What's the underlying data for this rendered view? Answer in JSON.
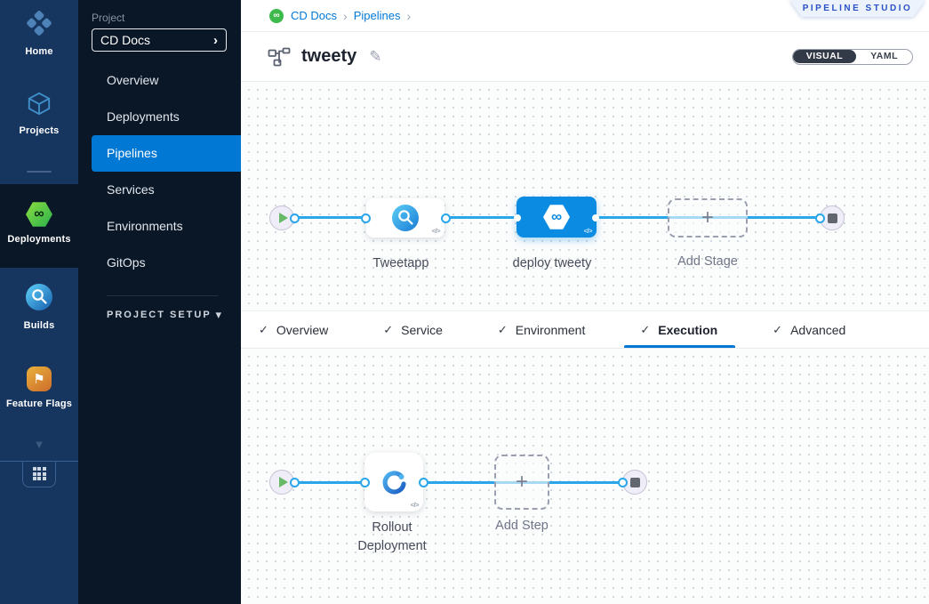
{
  "leftnav": {
    "items": [
      {
        "label": "Home",
        "icon": "home-icon",
        "selected": false
      },
      {
        "label": "Projects",
        "icon": "projects-icon",
        "selected": false
      },
      {
        "label": "Deployments",
        "icon": "deployments-icon",
        "selected": true
      },
      {
        "label": "Builds",
        "icon": "builds-icon",
        "selected": false
      },
      {
        "label": "Feature Flags",
        "icon": "feature-flags-icon",
        "selected": false
      }
    ]
  },
  "sidebar": {
    "project_label": "Project",
    "project_name": "CD Docs",
    "items": [
      {
        "label": "Overview"
      },
      {
        "label": "Deployments"
      },
      {
        "label": "Pipelines"
      },
      {
        "label": "Services"
      },
      {
        "label": "Environments"
      },
      {
        "label": "GitOps"
      }
    ],
    "active_item": "Pipelines",
    "setup_label": "PROJECT SETUP"
  },
  "header": {
    "breadcrumbs": [
      "CD Docs",
      "Pipelines"
    ],
    "studio_badge": "PIPELINE STUDIO",
    "pipeline_title": "tweety",
    "toggle": {
      "visual": "VISUAL",
      "yaml": "YAML",
      "selected": "VISUAL"
    }
  },
  "stage_canvas": {
    "stages": [
      {
        "name": "Tweetapp",
        "type": "ci",
        "selected": false
      },
      {
        "name": "deploy tweety",
        "type": "cd",
        "selected": true
      }
    ],
    "add_stage_label": "Add Stage"
  },
  "tabs": {
    "items": [
      {
        "label": "Overview",
        "checked": true
      },
      {
        "label": "Service",
        "checked": true
      },
      {
        "label": "Environment",
        "checked": true
      },
      {
        "label": "Execution",
        "checked": true
      },
      {
        "label": "Advanced",
        "checked": true
      }
    ],
    "active": "Execution"
  },
  "execution_canvas": {
    "steps": [
      {
        "name": "Rollout Deployment"
      }
    ],
    "add_step_label": "Add Step"
  },
  "glyphs": {
    "check": "✓",
    "plus": "+",
    "infinity": "∞",
    "code": "</>",
    "flag": "⚑",
    "chevron_right": "›",
    "chevron_down": "▾",
    "nav_expand": "▼",
    "pencil": "✎",
    "crumb_sep": "›"
  },
  "colors": {
    "accent_blue": "#0278d5",
    "selected_stage_blue": "#0b8ce2",
    "connector_blue": "#2aa6ea",
    "cd_green": "#3eb94b",
    "leftnav_bg": "#17365f",
    "sidebar_bg": "#0a1727",
    "badge_text": "#2a52c4",
    "canvas_bg": "#fbfcfc"
  }
}
